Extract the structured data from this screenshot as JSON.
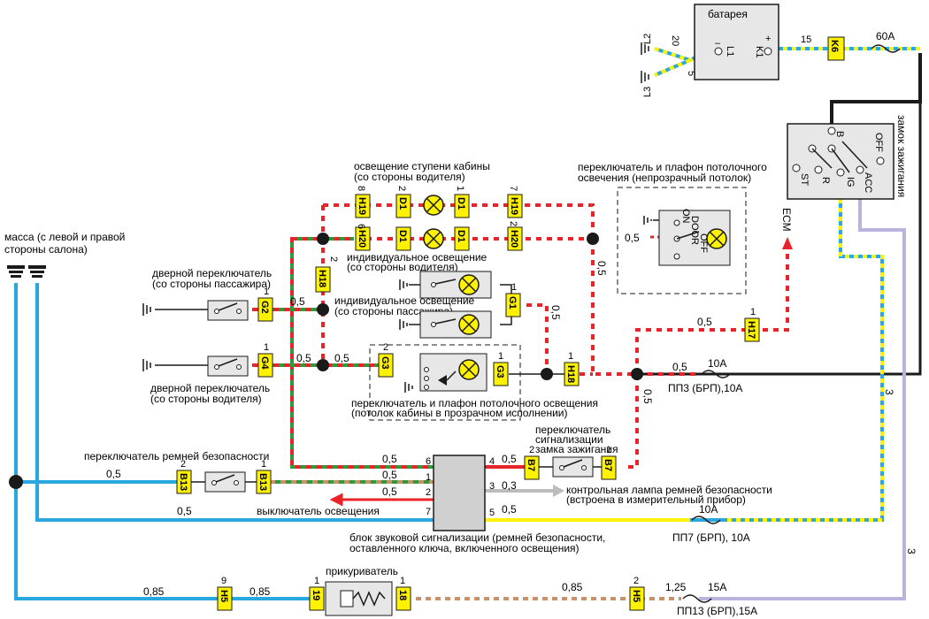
{
  "labels": {
    "battery": "батарея",
    "ground": "масса (с левой и правой стороны салона)",
    "ignition_switch": "замок зажигания",
    "step_light": "освещение ступени кабины (со стороны водителя)",
    "ceiling_switch_opaque": "переключатель и плафон потолочного освечения (непрозрачный потолок)",
    "door_switch_passenger": "дверной переключатель (со стороны пассажира)",
    "individual_light_driver": "индивидуальное освещение (со стороны водителя)",
    "individual_light_passenger": "индивидуальное освещение (со стороны пассажира)",
    "door_switch_driver": "дверной переключатель (со стороны водителя)",
    "ceiling_switch_transparent": "переключатель и плафон потолочного освещения (потолок кабины в прозрачном исполнении)",
    "ignition_alarm_switch": "переключатель сигнализации замка зажигания",
    "seatbelt_switch": "переключатель ремней безопасности",
    "seatbelt_lamp": "контрольная лампа ремней безопасности (встроена в измерительный прибор)",
    "light_switch": "выключатель освещения",
    "buzzer_unit": "блок звуковой сигнализации (ремней безопасности, оставленного ключа, включенного освещения)",
    "cigar": "прикуриватель",
    "ecm": "ECM",
    "pp3": "ПП3 (БРП),10А",
    "pp7": "ПП7 (БРП), 10А",
    "pp13": "ПП13 (БРП),15А"
  },
  "switch_positions": {
    "b": "B",
    "off": "OFF",
    "st": "ST",
    "r": "R",
    "ig": "IG",
    "acc": "ACC",
    "on": "ON",
    "door": "DOOR",
    "off2": "OFF"
  },
  "terminals": {
    "l1": "L1",
    "l2": "L2",
    "l3": "L3",
    "k1": "K1",
    "minus": "–",
    "plus": "+"
  },
  "connectors": {
    "k6": "K6",
    "h19a": "H19",
    "h19b": "H19",
    "h20a": "H20",
    "h20b": "H20",
    "d1a": "D1",
    "d1b": "D1",
    "d1c": "D1",
    "d1d": "D1",
    "h18a": "H18",
    "h18b": "H18",
    "g1": "G1",
    "g2": "G2",
    "g3a": "G3",
    "g3b": "G3",
    "g4": "G4",
    "h17": "H17",
    "b7a": "B7",
    "b7b": "B7",
    "b13a": "B13",
    "b13b": "B13",
    "h5a": "H5",
    "h5b": "H5",
    "c19": "19",
    "c18": "18"
  },
  "pins": {
    "p20": "20",
    "p15": "15",
    "p5": "5",
    "p8": "8",
    "p6": "6",
    "p2a": "2",
    "p1a": "1",
    "p7": "7",
    "p2b": "2",
    "p2c": "2",
    "p1b": "1",
    "p1c": "1",
    "p2d": "2",
    "p1d": "1",
    "p2e": "2",
    "p1e": "1",
    "p1f": "1",
    "p1g": "1",
    "p2f": "2",
    "p1h": "1",
    "p2g": "2",
    "p1i": "1",
    "p2h": "2",
    "p1j": "1",
    "p1k": "1",
    "p9": "9",
    "p1l": "1",
    "p2i": "2",
    "u6": "6",
    "u1": "1",
    "u2": "2",
    "u7": "7",
    "u4": "4",
    "u3": "3",
    "u5": "5"
  },
  "wire_sizes": {
    "w60a": "60А",
    "w05a": "0,5",
    "w05b": "0,5",
    "w05c": "0,5",
    "w05d": "0,5",
    "w05e": "0,5",
    "w05f": "0,5",
    "w05g": "0,5",
    "w05h": "0,5",
    "w05i": "0,5",
    "w05j": "0,5",
    "w05k": "0,5",
    "w05l": "0,5",
    "w05m": "0,5",
    "w05n": "0,5",
    "w05o": "0,5",
    "w05p": "0,5",
    "w03": "0,3",
    "w10a": "10А",
    "w10b": "10А",
    "w15a": "15А",
    "w085a": "0,85",
    "w085b": "0,85",
    "w085c": "0,85",
    "w125": "1,25",
    "w3a": "3",
    "w3b": "3"
  },
  "colors": {
    "red": "#e8242a",
    "green": "#2e9a3c",
    "blue": "#29a8e0",
    "yellow": "#fff200",
    "tan": "#c8916a",
    "lavender": "#b9b4dc",
    "black": "#1a1a1a",
    "gray": "#bcbcbc",
    "connector": "#fff200"
  }
}
